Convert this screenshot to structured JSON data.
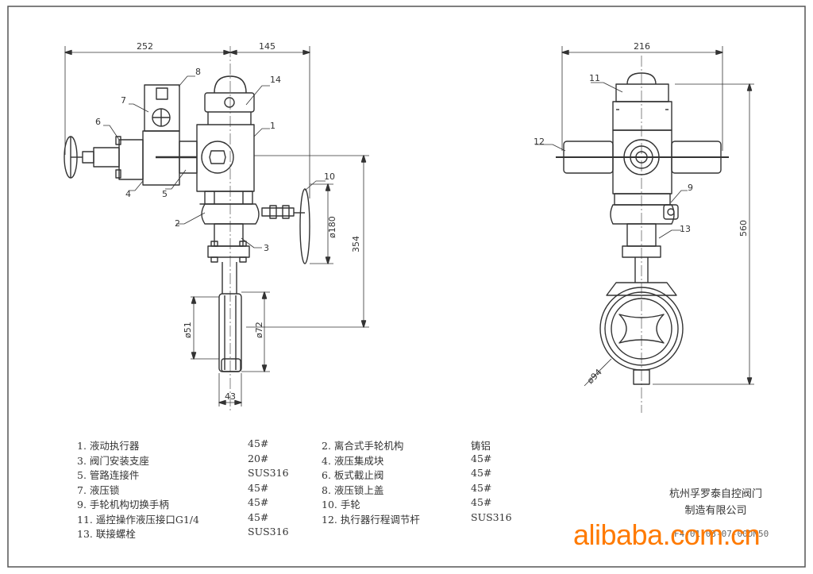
{
  "dimensions": {
    "left_width_1": "252",
    "left_width_2": "145",
    "handwheel_dia": "ø180",
    "actuator_height": "354",
    "bore_dia": "ø51",
    "body_dia": "ø72",
    "body_width": "43",
    "right_width": "216",
    "right_height": "560",
    "right_body_dia": "ø94"
  },
  "callouts": [
    "1",
    "2",
    "3",
    "4",
    "5",
    "6",
    "7",
    "8",
    "9",
    "10",
    "11",
    "12",
    "13",
    "14"
  ],
  "parts": [
    {
      "name": "1. 液动执行器",
      "material": "45#",
      "name2": "2. 离合式手轮机构",
      "material2": "铸铝"
    },
    {
      "name": "3. 阀门安装支座",
      "material": "20#",
      "name2": "4. 液压集成块",
      "material2": "45#"
    },
    {
      "name": "5. 管路连接件",
      "material": "SUS316",
      "name2": "6. 板式截止阀",
      "material2": "45#"
    },
    {
      "name": "7. 液压锁",
      "material": "45#",
      "name2": "8. 液压锁上盖",
      "material2": "45#"
    },
    {
      "name": "9. 手轮机构切换手柄",
      "material": "45#",
      "name2": "10. 手轮",
      "material2": "45#"
    },
    {
      "name": "11. 遥控操作液压接口G1/4",
      "material": "45#",
      "name2": "12. 执行器行程调节杆",
      "material2": "SUS316"
    },
    {
      "name": "13. 联接螺栓",
      "material": "SUS316",
      "name2": "",
      "material2": ""
    }
  ],
  "company": {
    "line1": "杭州孚罗泰自控阀门",
    "line2": "制造有限公司"
  },
  "drawing_code": "F4-01-03-07-00DN50",
  "watermark": "alibaba.com.cn",
  "colors": {
    "line": "#333333",
    "frame": "#555555",
    "watermark": "#ff7a00"
  }
}
